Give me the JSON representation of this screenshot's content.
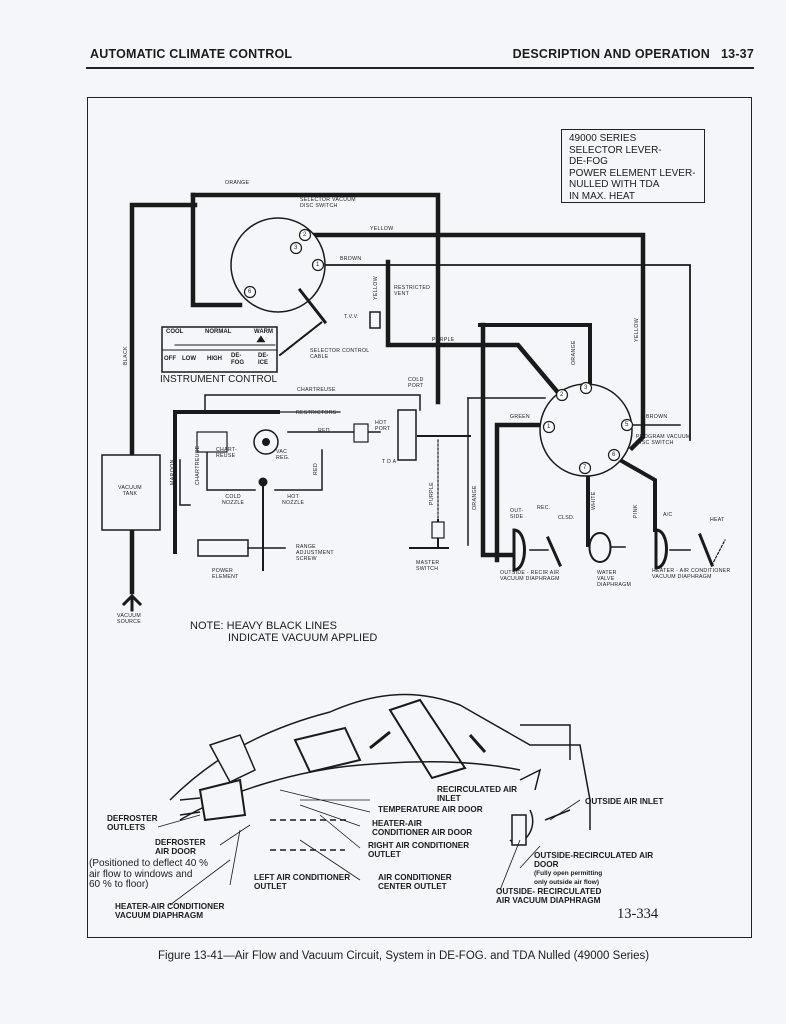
{
  "header": {
    "left": "AUTOMATIC CLIMATE CONTROL",
    "right": "DESCRIPTION AND OPERATION   13-37"
  },
  "info_box": [
    "49000 SERIES",
    "SELECTOR LEVER-",
    "DE-FOG",
    "POWER ELEMENT LEVER-",
    "NULLED  WITH TDA",
    "IN MAX. HEAT"
  ],
  "vacuum_labels": {
    "orange_top": "ORANGE",
    "selector_switch": [
      "SELECTOR VACUUM",
      "DISC SWITCH"
    ],
    "yellow_top": "YELLOW",
    "brown": "BROWN",
    "restricted_vent": [
      "RESTRICTED",
      "VENT"
    ],
    "yellow_mid": "YELLOW",
    "tvv": "T.V.V.",
    "black": "BLACK",
    "purple_top": "PURPLE",
    "orange_mid": "ORANGE",
    "yellow_right": "YELLOW",
    "selector_cable": [
      "SELECTOR CONTROL",
      "CABLE"
    ],
    "instrument_control": "INSTRUMENT CONTROL",
    "chartreuse_top": "CHARTREUSE",
    "cold_port": [
      "COLD",
      "PORT"
    ],
    "restrictors": "RESTRICTORS",
    "red_top": "RED",
    "hot_port": [
      "HOT",
      "PORT"
    ],
    "green": "GREEN",
    "brown_right": "BROWN",
    "program_switch": [
      "PROGRAM VACUUM",
      "DISC SWITCH"
    ],
    "chartreuse_box": [
      "CHART-",
      "REUSE"
    ],
    "vac_reg": [
      "VAC",
      "REG."
    ],
    "red_vertical": "RED",
    "tda": "T D A",
    "maroon": "MAROON",
    "chartreuse_left": "CHARTREUSE",
    "vacuum_tank": [
      "VACUUM",
      "TANK"
    ],
    "cold_nozzle": [
      "COLD",
      "NOZZLE"
    ],
    "hot_nozzle": [
      "HOT",
      "NOZZLE"
    ],
    "purple_low": "PURPLE",
    "orange_low": "ORANGE",
    "white": "WHITE",
    "pink": "PINK",
    "out_side": [
      "OUT-",
      "SIDE"
    ],
    "rec": "REC.",
    "clsd": "CLSD.",
    "ac": "A/C",
    "heat": "HEAT",
    "range_screw": [
      "RANGE",
      "ADJUSTMENT",
      "SCREW"
    ],
    "power_element": [
      "POWER",
      "ELEMENT"
    ],
    "master_switch": [
      "MASTER",
      "SWITCH"
    ],
    "recir_diaphragm": [
      "OUTSIDE - RECIR AIR",
      "VACUUM DIAPHRAGM"
    ],
    "water_valve": [
      "WATER",
      "VALVE",
      "DIAPHRAGM"
    ],
    "heater_ac_diaphragm": [
      "HEATER - AIR CONDITIONER",
      "VACUUM DIAPHRAGM"
    ],
    "vacuum_source": [
      "VACUUM",
      "SOURCE"
    ]
  },
  "panel": {
    "cool": "COOL",
    "normal": "NORMAL",
    "warm": "WARM",
    "off": "OFF",
    "low": "LOW",
    "high": "HIGH",
    "defog": [
      "DE-",
      "FOG"
    ],
    "deice": [
      "DE-",
      "ICE"
    ]
  },
  "switch_ports": {
    "selector": [
      "1",
      "2",
      "3",
      "6"
    ],
    "program": [
      "1",
      "2",
      "3",
      "5",
      "6",
      "7"
    ]
  },
  "note": [
    "NOTE: HEAVY BLACK LINES",
    "INDICATE VACUUM APPLIED"
  ],
  "airflow_labels": {
    "recirc_inlet": [
      "RECIRCULATED AIR",
      "INLET"
    ],
    "outside_inlet": "OUTSIDE AIR INLET",
    "temp_door": "TEMPERATURE AIR DOOR",
    "heater_ac_door": [
      "HEATER-AIR",
      "CONDITIONER AIR DOOR"
    ],
    "right_outlet": [
      "RIGHT AIR CONDITIONER",
      "OUTLET"
    ],
    "left_outlet": [
      "LEFT AIR CONDITIONER",
      "OUTLET"
    ],
    "center_outlet": [
      "AIR CONDITIONER",
      "CENTER OUTLET"
    ],
    "defroster_outlets": [
      "DEFROSTER",
      "OUTLETS"
    ],
    "defroster_door": [
      "DEFROSTER",
      "AIR DOOR"
    ],
    "defroster_note": [
      "(Positioned to deflect 40 %",
      "air flow to windows and",
      "60 % to floor)"
    ],
    "heater_ac_diaphragm": [
      "HEATER-AIR CONDITIONER",
      "VACUUM DIAPHRAGM"
    ],
    "outside_recirc_door": [
      "OUTSIDE-RECIRCULATED AIR",
      "DOOR"
    ],
    "outside_recirc_door_note": [
      "(Fully open permitting",
      "only outside air flow)"
    ],
    "outside_recirc_diaphragm": [
      "OUTSIDE- RECIRCULATED",
      "AIR VACUUM DIAPHRAGM"
    ]
  },
  "figure_number": "13-334",
  "caption": "Figure 13-41—Air Flow and Vacuum Circuit, System in DE-FOG. and TDA Nulled (49000 Series)"
}
